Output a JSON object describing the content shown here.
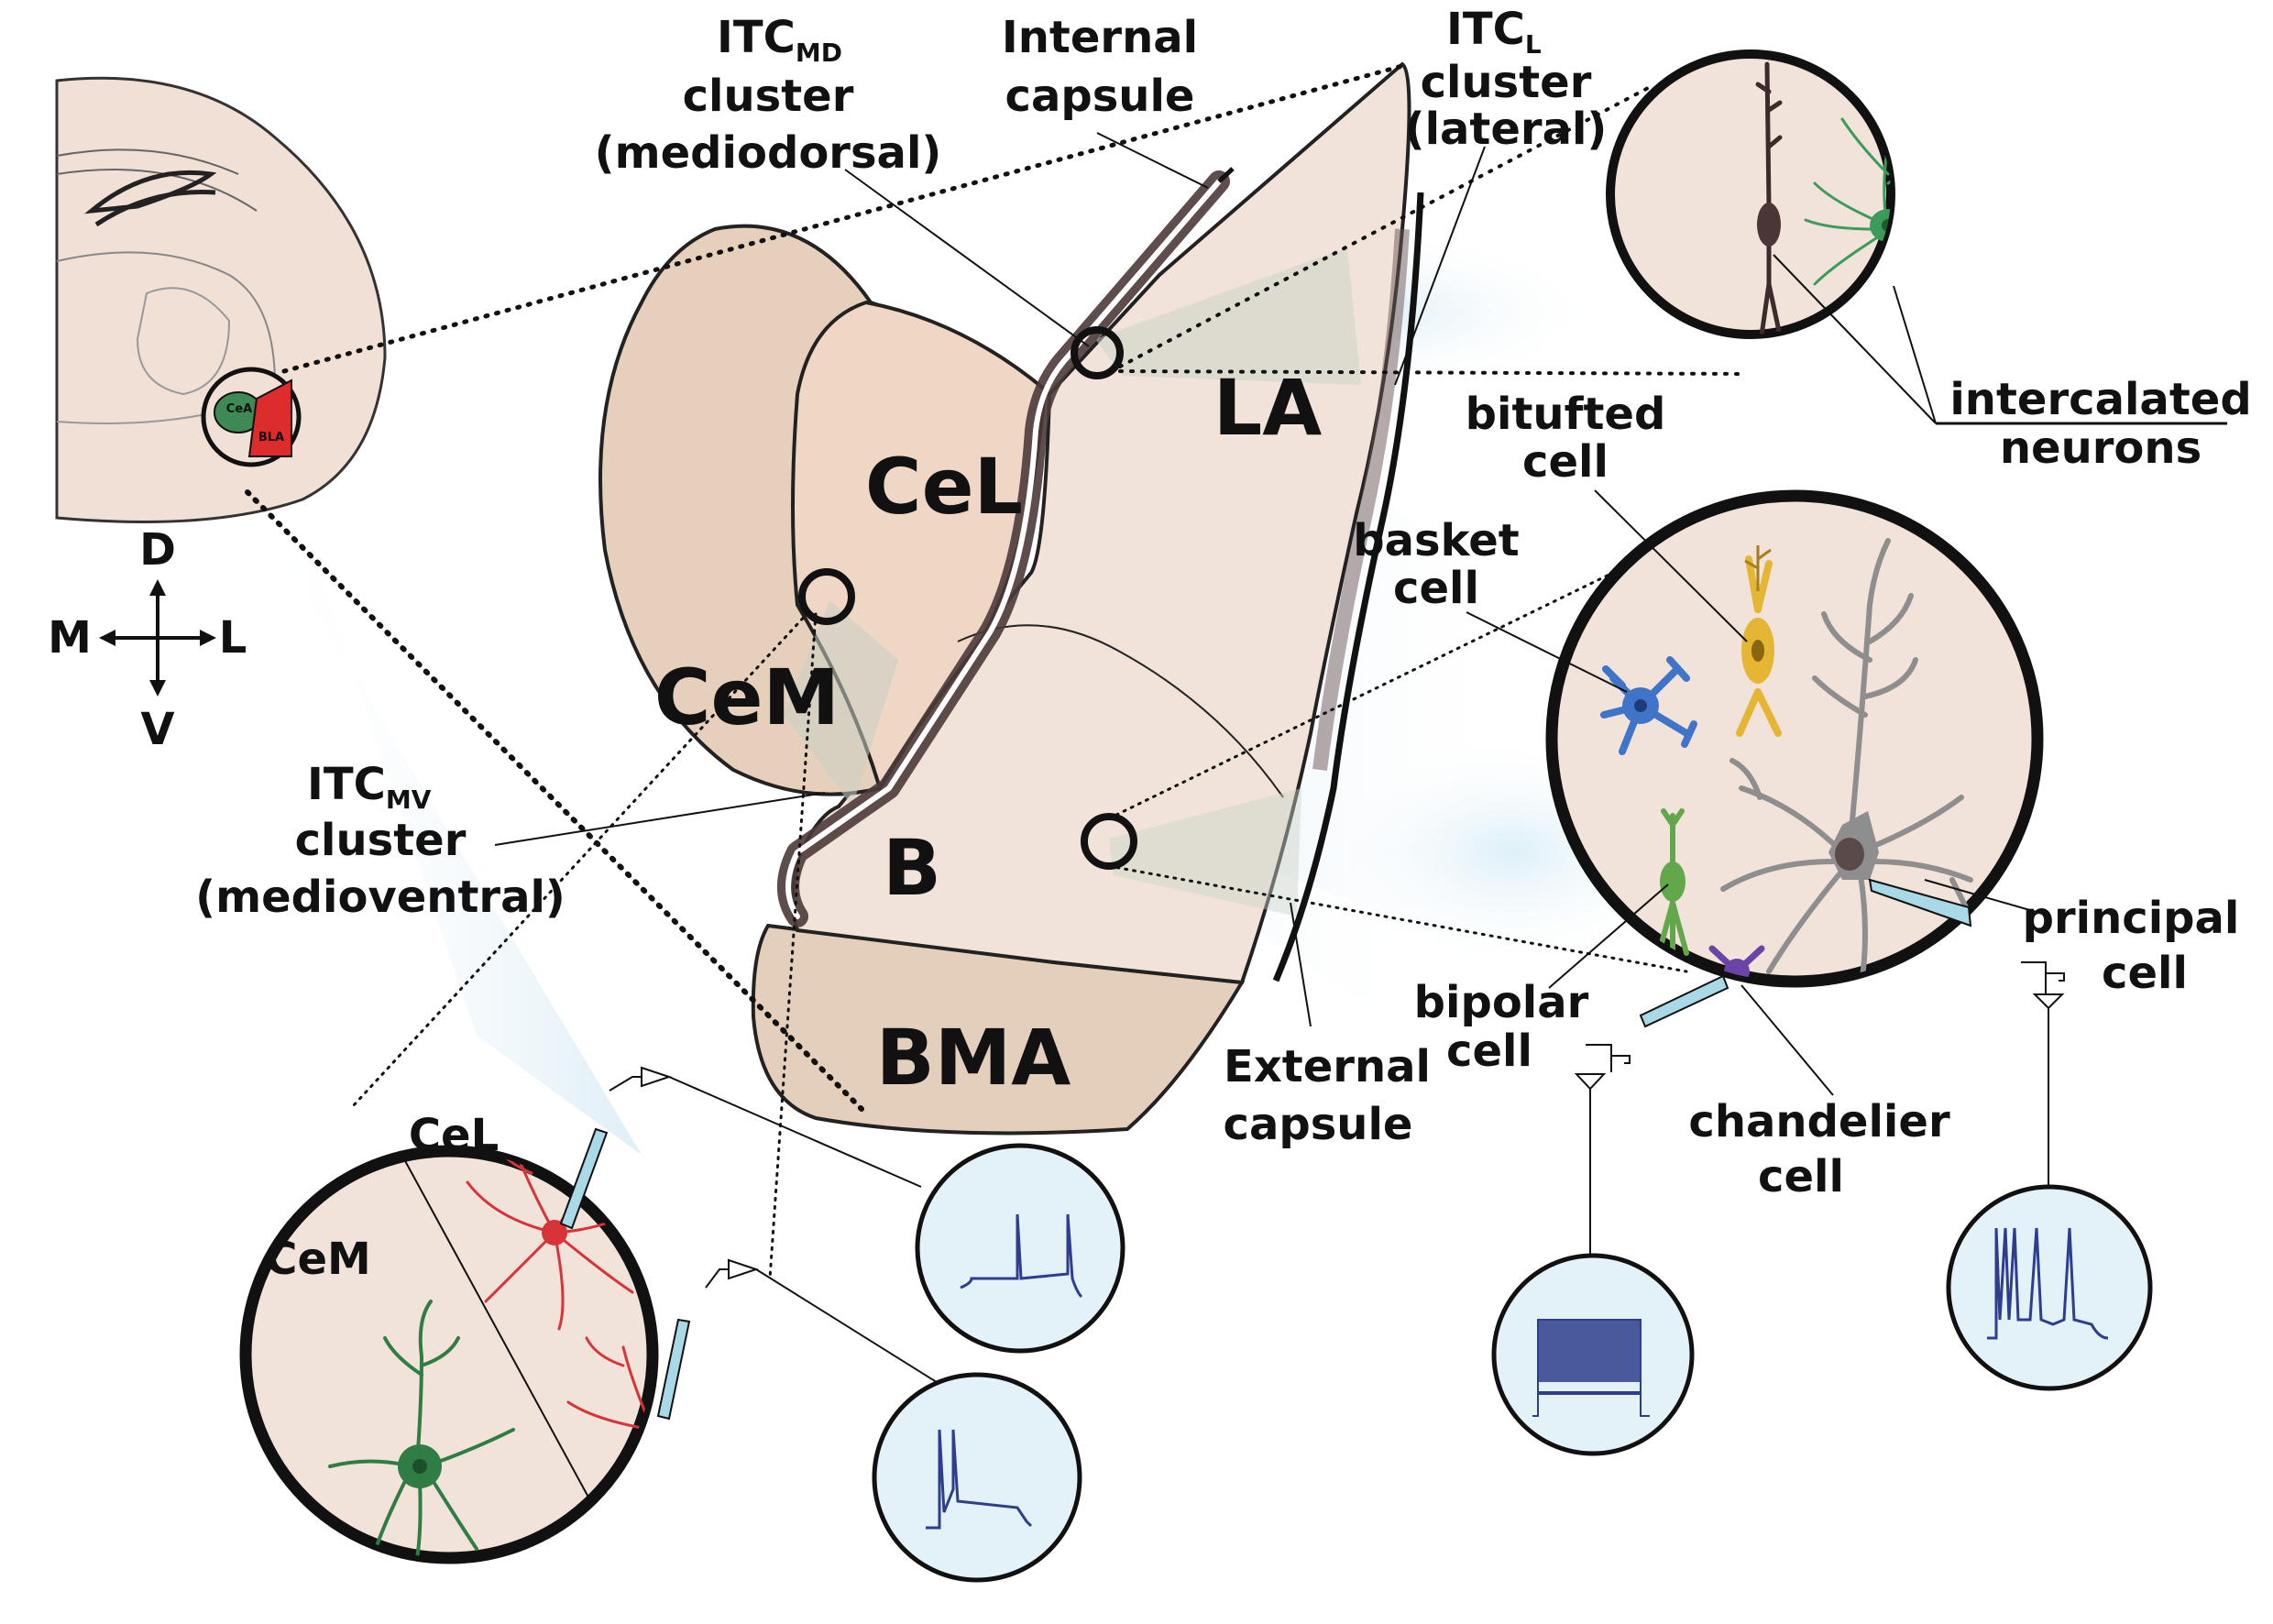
{
  "labels": {
    "itc_md": {
      "main": "ITC",
      "sub": "MD",
      "line2": "cluster",
      "line3": "(mediodorsal)"
    },
    "internal_capsule": {
      "line1": "Internal",
      "line2": "capsule"
    },
    "itc_l": {
      "main": "ITC",
      "sub": "L",
      "line2": "cluster",
      "line3": "(lateral)"
    },
    "itc_mv": {
      "main": "ITC",
      "sub": "MV",
      "line2": "cluster",
      "line3": "(medioventral)"
    },
    "external_capsule": {
      "line1": "External",
      "line2": "capsule"
    },
    "intercalated_neurons": {
      "line1": "intercalated",
      "line2": "neurons"
    },
    "bitufted_cell": {
      "line1": "bitufted",
      "line2": "cell"
    },
    "basket_cell": {
      "line1": "basket",
      "line2": "cell"
    },
    "principal_cell": {
      "line1": "principal",
      "line2": "cell"
    },
    "bipolar_cell": {
      "line1": "bipolar",
      "line2": "cell"
    },
    "chandelier_cell": {
      "line1": "chandelier",
      "line2": "cell"
    }
  },
  "regions": {
    "cel": "CeL",
    "cem": "CeM",
    "la": "LA",
    "b": "B",
    "bma": "BMA"
  },
  "inset_regions": {
    "cel": "CeL",
    "cem": "CeM"
  },
  "thumbnail": {
    "cea": "CeA",
    "bla": "BLA"
  },
  "compass": {
    "dorsal": "D",
    "ventral": "V",
    "medial": "M",
    "lateral": "L"
  },
  "colors": {
    "tissue": "#f1e3d9",
    "central_nucleus": "#e6d0bc",
    "bma": "#e4cfbc",
    "cel_fill": "#f0d6c4",
    "trace_bg": "#e3f1f8",
    "trace_line": "#2e3e8c",
    "som_red": "#d9333a",
    "cea_green": "#2f7d45",
    "basket_blue": "#3f74c9",
    "bitufted_yellow": "#e5b634",
    "bipolar_green": "#62a84b",
    "chandelier_purple": "#6b44a8",
    "principal_gray": "#8e8e8e",
    "itc_dark": "#3d2b2b",
    "itc_green": "#3c9a5a"
  }
}
